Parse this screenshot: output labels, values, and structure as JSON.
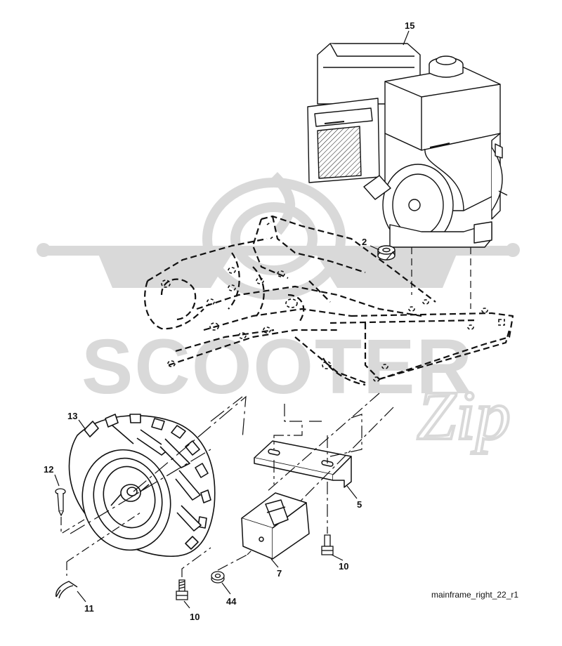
{
  "watermark": {
    "brand": "SCOOTER",
    "script": "Zip",
    "color": "#d9d9d9"
  },
  "callouts": {
    "engine": "15",
    "nut": "2",
    "wheel": "13",
    "pin": "12",
    "clip": "11",
    "bracket": "5",
    "weight": "7",
    "bolt_right": "10",
    "bolt_left": "10",
    "washer": "44"
  },
  "drawing_code": "mainframe_right_22_r1",
  "colors": {
    "line": "#111111",
    "background": "#ffffff"
  }
}
